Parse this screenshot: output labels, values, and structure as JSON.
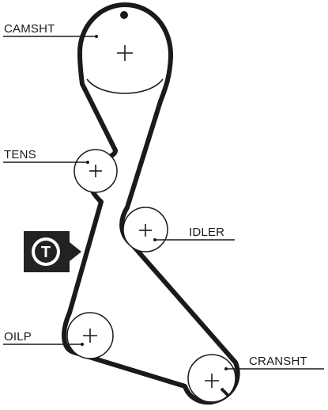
{
  "labels": {
    "camshaft": "CAMSHT",
    "tensioner": "TENS",
    "idler": "IDLER",
    "oil_pump": "OILP",
    "crankshaft": "CRANSHT",
    "badge": "T"
  },
  "colors": {
    "belt": "#1a1a1a",
    "badge_bg": "#222222",
    "badge_fg": "#ffffff"
  },
  "icons": {
    "badge": "tensioner-badge-icon"
  }
}
